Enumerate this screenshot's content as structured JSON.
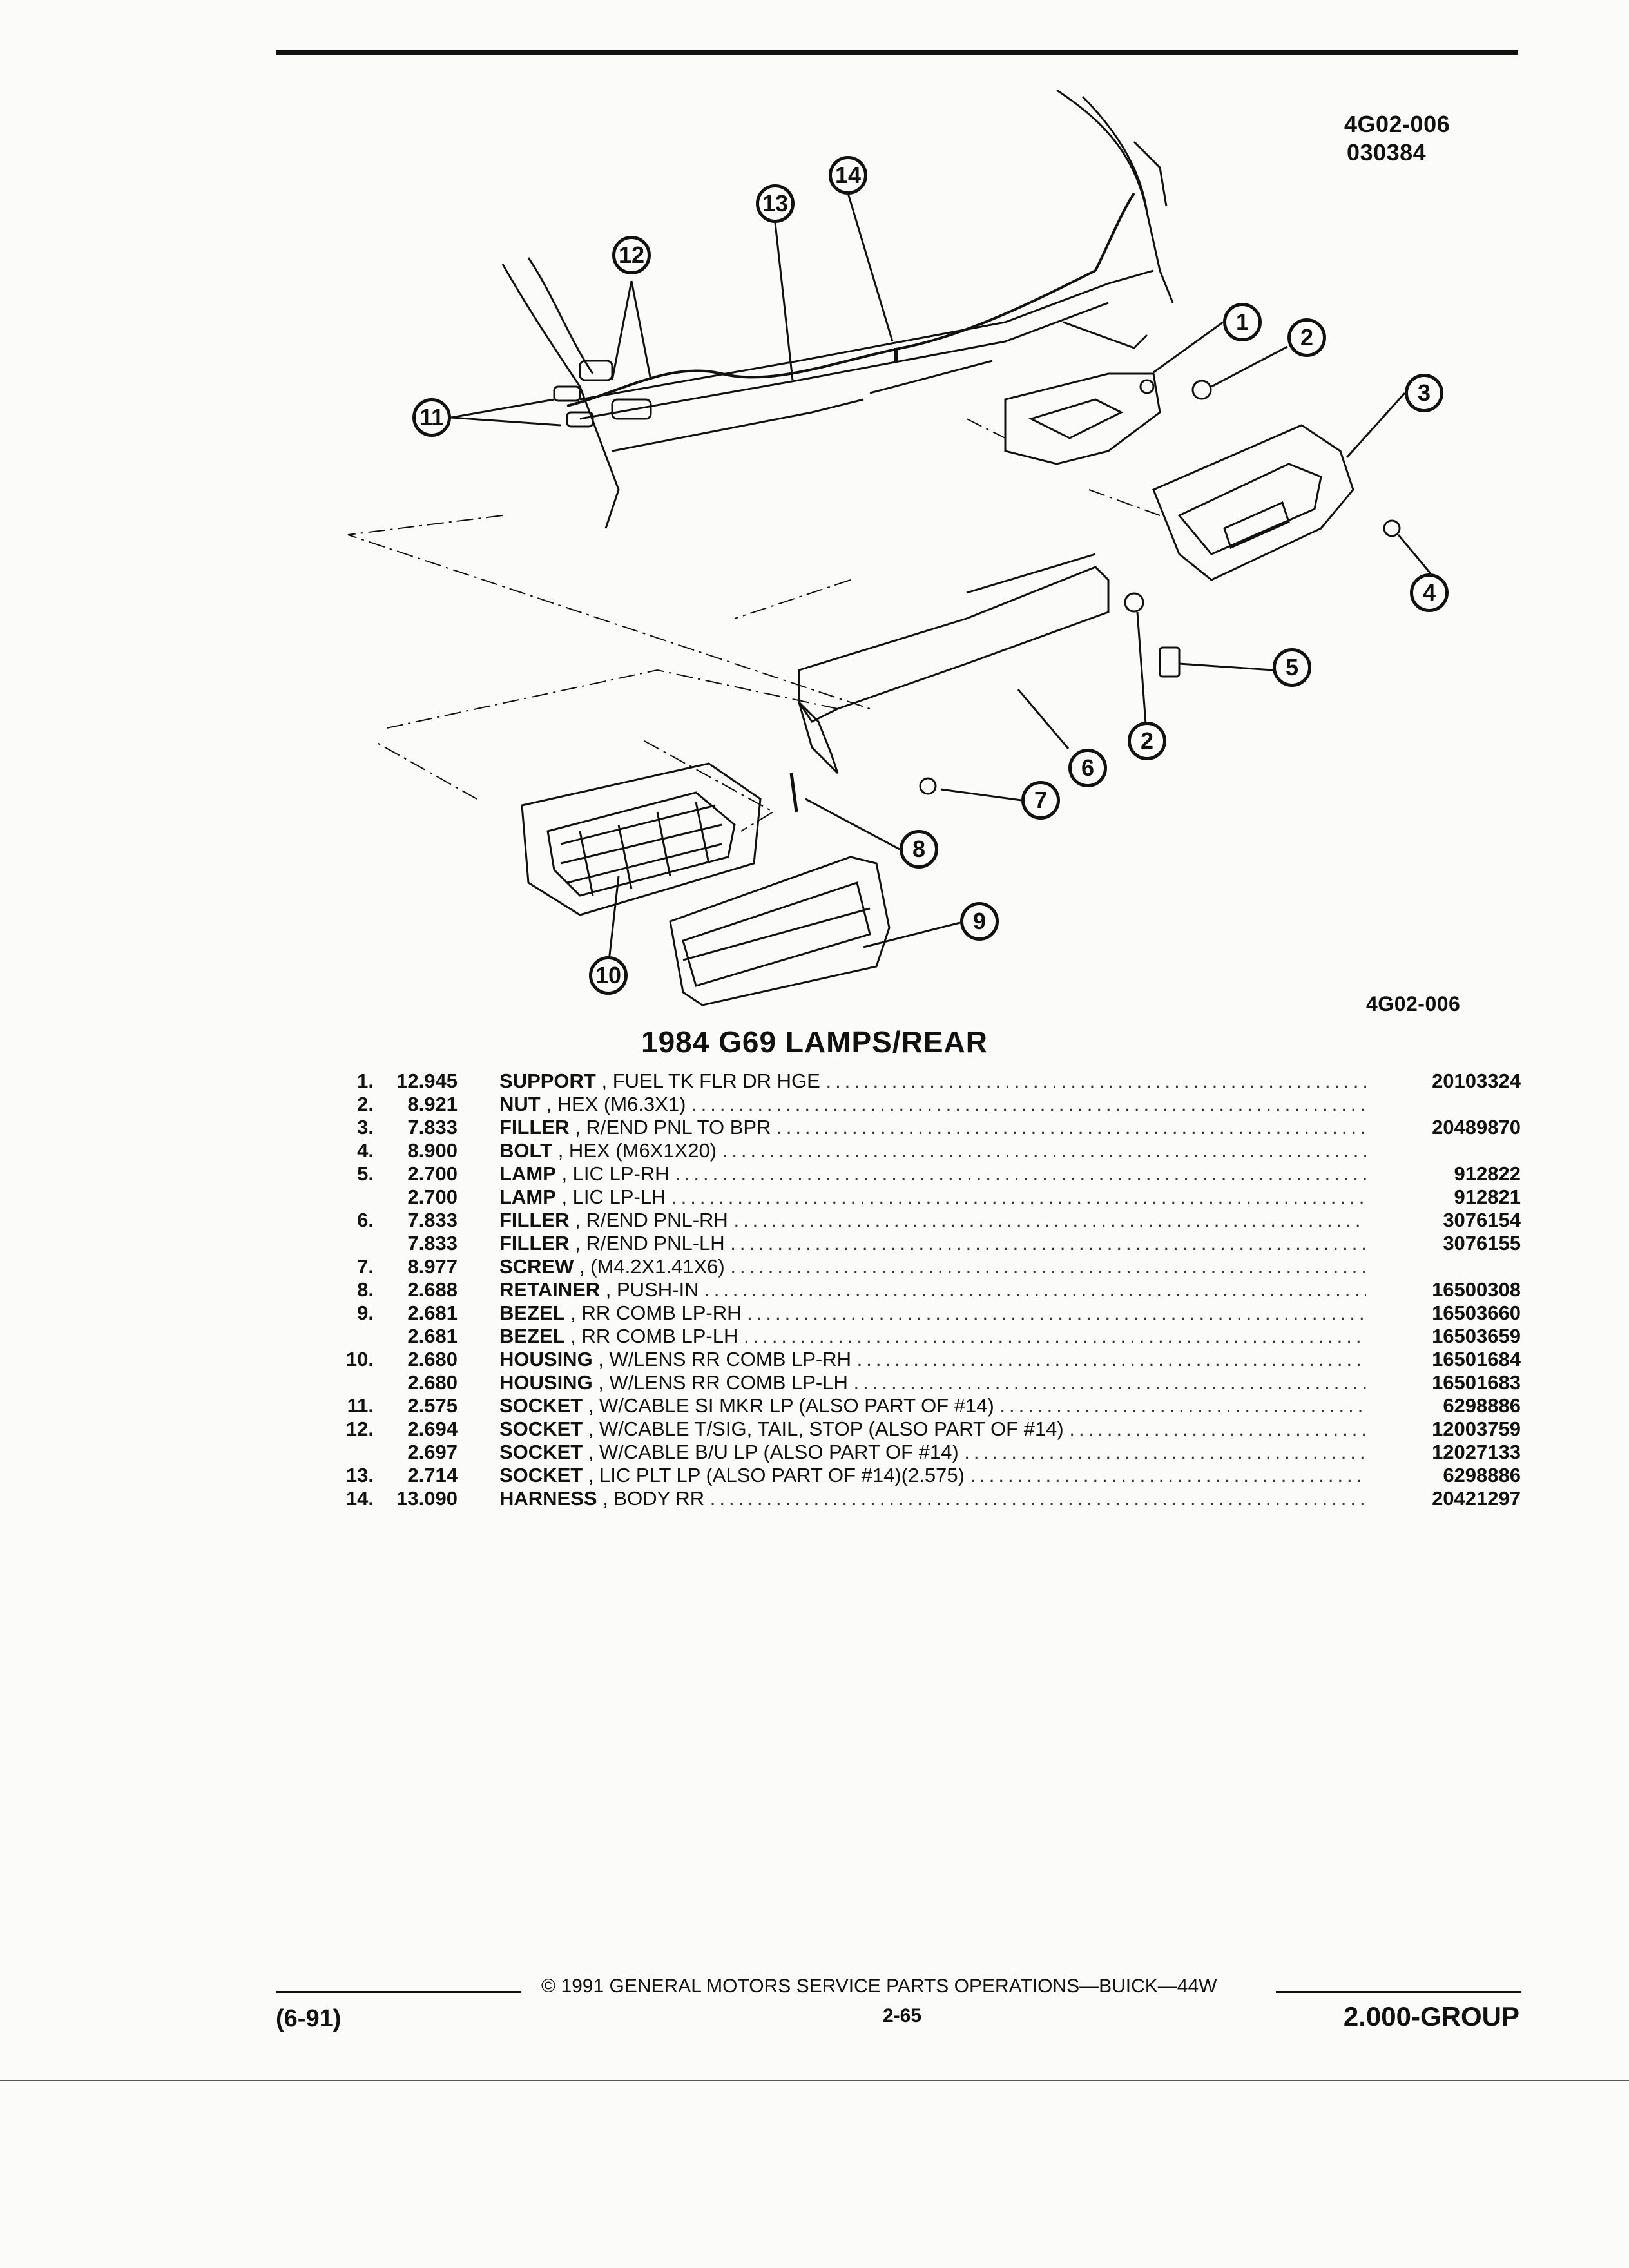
{
  "drawing_id_top": "4G02-006",
  "drawing_date": "030384",
  "drawing_id_bottom": "4G02-006",
  "title": "1984 G69 LAMPS/REAR",
  "callouts": [
    "1",
    "2",
    "3",
    "4",
    "5",
    "6",
    "7",
    "8",
    "9",
    "10",
    "11",
    "12",
    "13",
    "14",
    "2"
  ],
  "parts": [
    {
      "num": "1.",
      "code": "12.945",
      "name": "SUPPORT",
      "detail": ", FUEL TK FLR DR HGE",
      "pn": "20103324"
    },
    {
      "num": "2.",
      "code": "8.921",
      "name": "NUT",
      "detail": ", HEX (M6.3X1)",
      "pn": ""
    },
    {
      "num": "3.",
      "code": "7.833",
      "name": "FILLER",
      "detail": ", R/END PNL TO BPR",
      "pn": "20489870"
    },
    {
      "num": "4.",
      "code": "8.900",
      "name": "BOLT",
      "detail": ", HEX (M6X1X20)",
      "pn": ""
    },
    {
      "num": "5.",
      "code": "2.700",
      "name": "LAMP",
      "detail": ", LIC LP-RH",
      "pn": "912822"
    },
    {
      "num": "",
      "code": "2.700",
      "name": "LAMP",
      "detail": ", LIC LP-LH",
      "pn": "912821"
    },
    {
      "num": "6.",
      "code": "7.833",
      "name": "FILLER",
      "detail": ", R/END PNL-RH",
      "pn": "3076154"
    },
    {
      "num": "",
      "code": "7.833",
      "name": "FILLER",
      "detail": ", R/END PNL-LH",
      "pn": "3076155"
    },
    {
      "num": "7.",
      "code": "8.977",
      "name": "SCREW",
      "detail": ", (M4.2X1.41X6)",
      "pn": ""
    },
    {
      "num": "8.",
      "code": "2.688",
      "name": "RETAINER",
      "detail": ", PUSH-IN",
      "pn": "16500308"
    },
    {
      "num": "9.",
      "code": "2.681",
      "name": "BEZEL",
      "detail": ", RR COMB LP-RH",
      "pn": "16503660"
    },
    {
      "num": "",
      "code": "2.681",
      "name": "BEZEL",
      "detail": ", RR COMB LP-LH",
      "pn": "16503659"
    },
    {
      "num": "10.",
      "code": "2.680",
      "name": "HOUSING",
      "detail": ", W/LENS RR COMB LP-RH",
      "pn": "16501684"
    },
    {
      "num": "",
      "code": "2.680",
      "name": "HOUSING",
      "detail": ", W/LENS RR COMB LP-LH",
      "pn": "16501683"
    },
    {
      "num": "11.",
      "code": "2.575",
      "name": "SOCKET",
      "detail": ", W/CABLE SI MKR LP (ALSO PART OF #14)",
      "pn": "6298886"
    },
    {
      "num": "12.",
      "code": "2.694",
      "name": "SOCKET",
      "detail": ", W/CABLE T/SIG, TAIL, STOP (ALSO PART OF #14)",
      "pn": "12003759"
    },
    {
      "num": "",
      "code": "2.697",
      "name": "SOCKET",
      "detail": ", W/CABLE B/U LP (ALSO PART OF #14)",
      "pn": "12027133"
    },
    {
      "num": "13.",
      "code": "2.714",
      "name": "SOCKET",
      "detail": ", LIC PLT LP (ALSO PART OF #14)(2.575)",
      "pn": "6298886"
    },
    {
      "num": "14.",
      "code": "13.090",
      "name": "HARNESS",
      "detail": ", BODY RR",
      "pn": "20421297"
    }
  ],
  "footer": {
    "date": "(6-91)",
    "copyright": "© 1991 GENERAL MOTORS SERVICE PARTS OPERATIONS—BUICK—44W",
    "page": "2-65",
    "group": "2.000-GROUP"
  }
}
